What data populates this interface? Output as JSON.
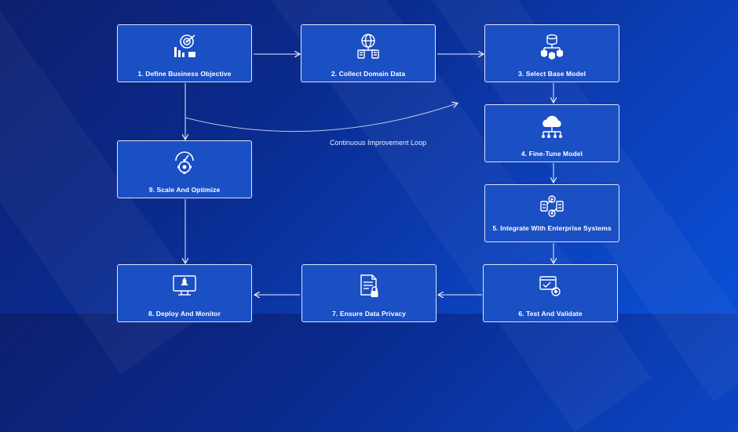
{
  "steps": {
    "s1": {
      "label": "1. Define Business Objective",
      "icon": "target-chart-icon"
    },
    "s2": {
      "label": "2. Collect Domain Data",
      "icon": "globe-database-icon"
    },
    "s3": {
      "label": "3. Select Base Model",
      "icon": "hierarchy-database-icon"
    },
    "s4": {
      "label": "4. Fine-Tune Model",
      "icon": "cloud-network-icon"
    },
    "s5": {
      "label": "5. Integrate With Enterprise Systems",
      "icon": "server-gears-icon"
    },
    "s6": {
      "label": "6. Test And Validate",
      "icon": "window-gear-icon"
    },
    "s7": {
      "label": "7. Ensure Data Privacy",
      "icon": "document-lock-icon"
    },
    "s8": {
      "label": "8. Deploy And Monitor",
      "icon": "monitor-rocket-icon"
    },
    "s9": {
      "label": "9. Scale And Optimize",
      "icon": "speedometer-gear-icon"
    }
  },
  "loop_label": "Continuous Improvement Loop",
  "colors": {
    "card": "#1b4fc4",
    "border": "#ffffff",
    "background": "#0a2a8c"
  }
}
